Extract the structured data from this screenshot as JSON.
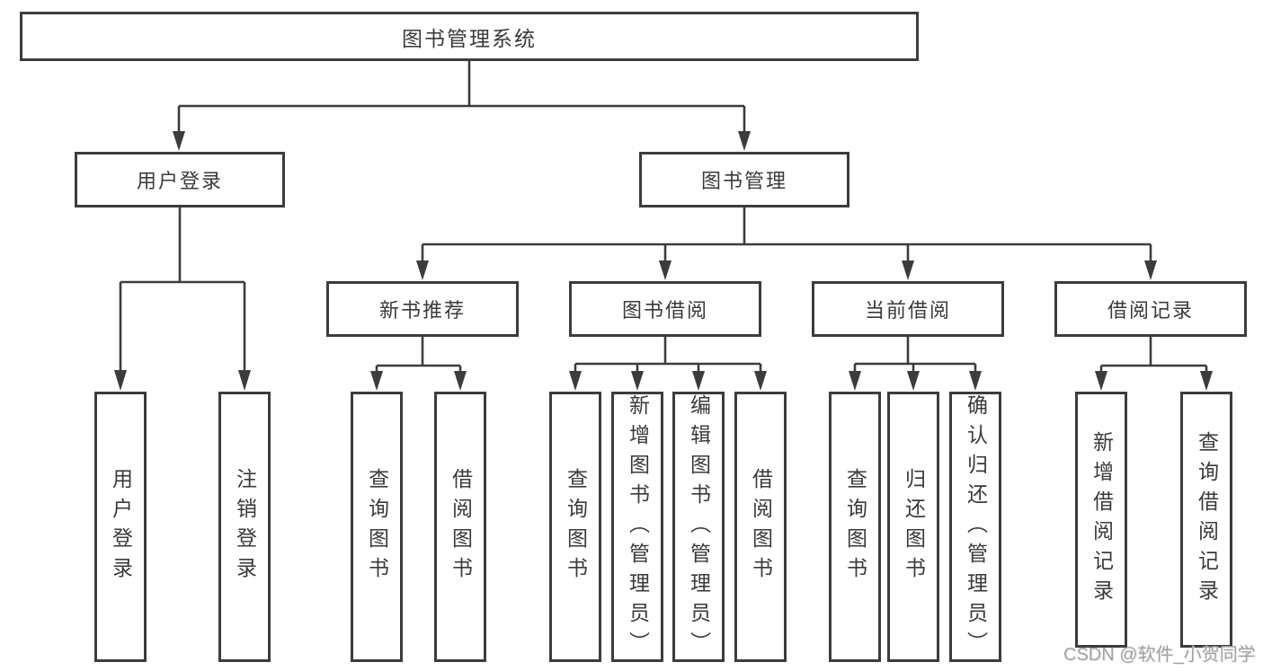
{
  "diagram": {
    "type": "hierarchy-org-chart",
    "watermark": "CSDN @软件_小贺同学",
    "colors": {
      "line": "#3c3c3c",
      "box_border": "#3c3c3c",
      "text": "#3a3a3a",
      "watermark": "#a2a2a2",
      "background": "#ffffff"
    },
    "tree": {
      "label": "图书管理系统",
      "children": [
        {
          "label": "用户登录",
          "children": [
            {
              "label": "用户登录"
            },
            {
              "label": "注销登录"
            }
          ]
        },
        {
          "label": "图书管理",
          "children": [
            {
              "label": "新书推荐",
              "children": [
                {
                  "label": "查询图书"
                },
                {
                  "label": "借阅图书"
                }
              ]
            },
            {
              "label": "图书借阅",
              "children": [
                {
                  "label": "查询图书"
                },
                {
                  "label": "新增图书（管理员）"
                },
                {
                  "label": "编辑图书（管理员）"
                },
                {
                  "label": "借阅图书"
                }
              ]
            },
            {
              "label": "当前借阅",
              "children": [
                {
                  "label": "查询图书"
                },
                {
                  "label": "归还图书"
                },
                {
                  "label": "确认归还（管理员）"
                }
              ]
            },
            {
              "label": "借阅记录",
              "children": [
                {
                  "label": "新增借阅记录"
                },
                {
                  "label": "查询借阅记录"
                }
              ]
            }
          ]
        }
      ]
    }
  }
}
